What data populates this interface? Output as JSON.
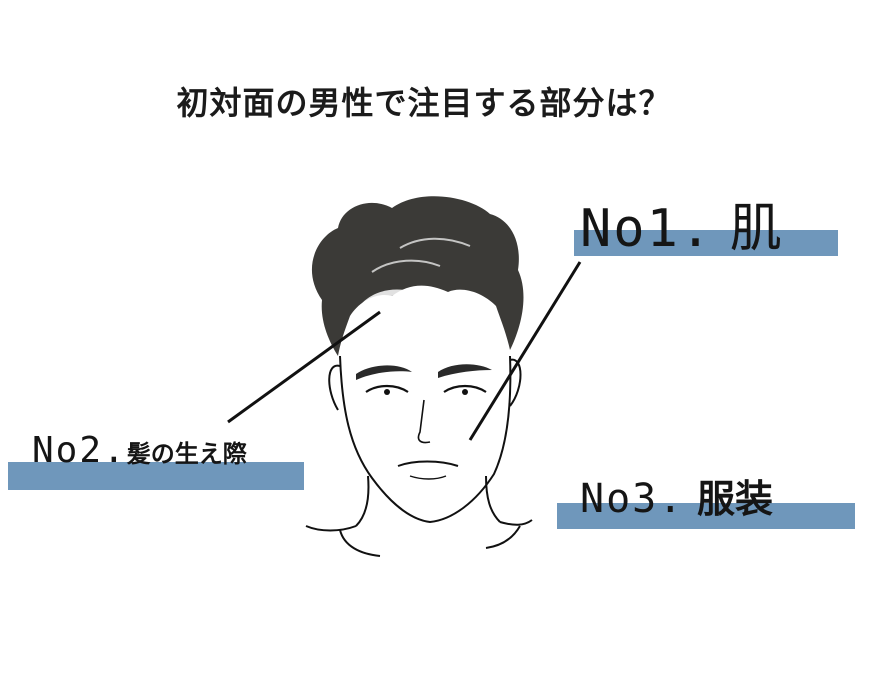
{
  "title": "初対面の男性で注目する部分は？",
  "colors": {
    "accent_bar": "#6f97bb",
    "hair": "#3b3a37",
    "line": "#111111"
  },
  "items": [
    {
      "number": "No1.",
      "label": "肌"
    },
    {
      "number": "No2.",
      "label": "髪の生え際"
    },
    {
      "number": "No3.",
      "label": "服装"
    }
  ]
}
